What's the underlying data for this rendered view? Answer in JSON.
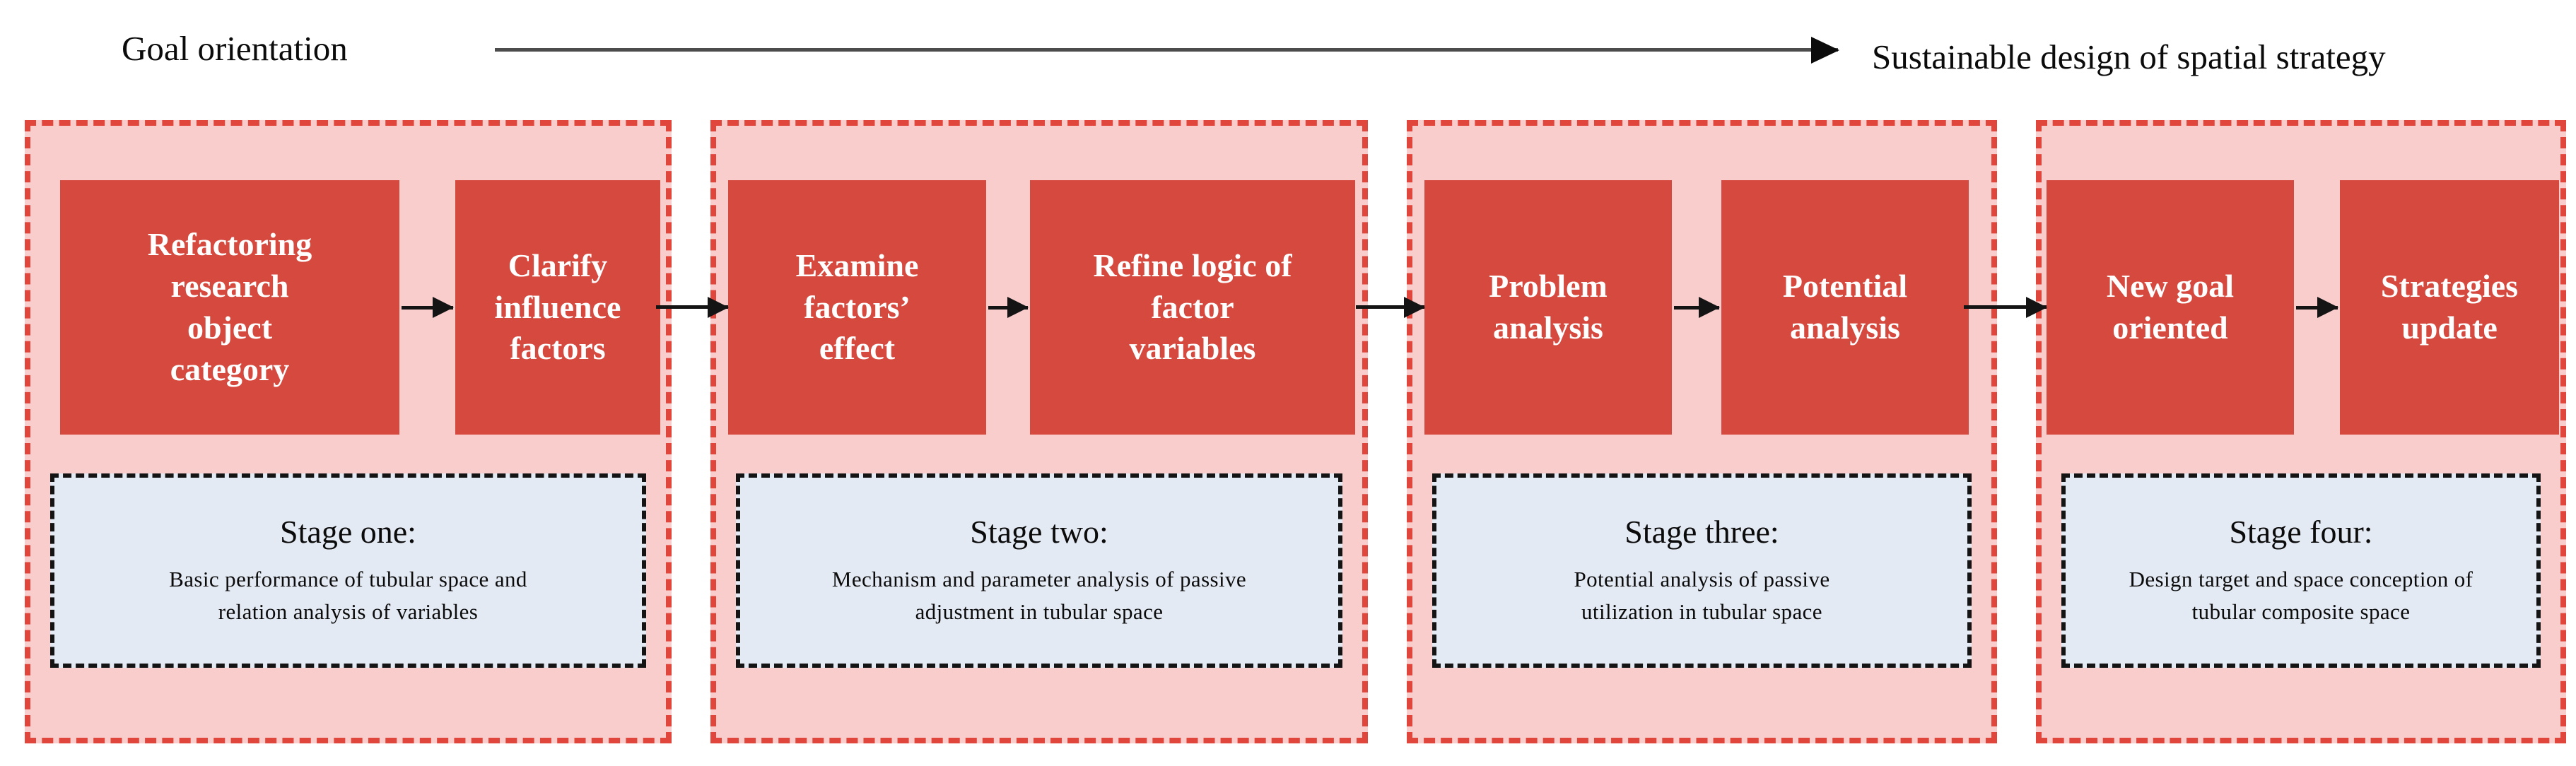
{
  "header": {
    "left_label": "Goal orientation",
    "right_label": "Sustainable design of spatial strategy"
  },
  "colors": {
    "process_box_red": "#d5493f",
    "container_border_red": "#e0463c",
    "container_pink": "#f8cdcb",
    "summary_blue": "#e4eaf3",
    "summary_border_black": "#141414",
    "arrow_black": "#141414",
    "goal_arrow_gray": "#4c4c4c"
  },
  "stages": [
    {
      "boxes": [
        "Refactoring\nresearch\nobject\ncategory",
        "Clarify\ninfluence\nfactors"
      ],
      "title": "Stage one:",
      "description": "Basic performance of tubular space and\nrelation analysis of  variables"
    },
    {
      "boxes": [
        "Examine\nfactors’\neffect",
        "Refine logic of\nfactor\nvariables"
      ],
      "title": "Stage two:",
      "description": "Mechanism and parameter analysis of passive\nadjustment in tubular space"
    },
    {
      "boxes": [
        "Problem\nanalysis",
        "Potential\nanalysis"
      ],
      "title": "Stage three:",
      "description": "Potential analysis of passive\nutilization in tubular space"
    },
    {
      "boxes": [
        "New goal\noriented",
        "Strategies\nupdate"
      ],
      "title": "Stage four:",
      "description": "Design target and space conception of\ntubular composite space"
    }
  ]
}
